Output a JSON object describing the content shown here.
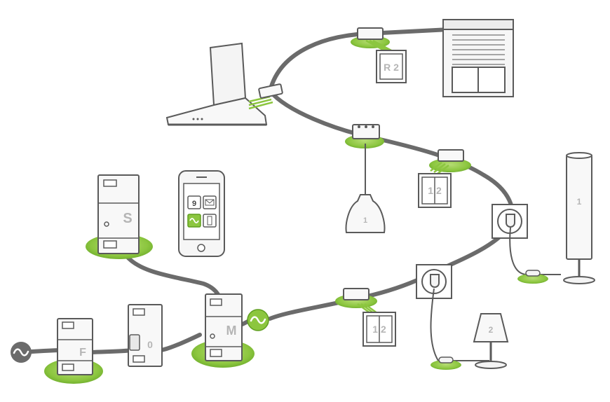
{
  "colors": {
    "cable": "#6b6b6b",
    "outline": "#5a5a5a",
    "green": "#8cc63f",
    "green_dark": "#5e9e1f",
    "green_light": "#b6dc74",
    "bg": "#ffffff"
  },
  "labels": {
    "shutter_switch": "R 2",
    "lamp_pendant": "1",
    "switch_middle": "1 2",
    "switch_bottom": "1 2",
    "floor_lamp": "1",
    "table_lamp": "2",
    "module_s": "S",
    "module_m": "M",
    "module_f": "F",
    "breaker_mark": "0"
  },
  "phone": {
    "tiles": [
      {
        "icon": "calendar-icon",
        "text": "9"
      },
      {
        "icon": "mail-icon",
        "text": ""
      },
      {
        "icon": "wave-icon",
        "text": ""
      },
      {
        "icon": "remote-icon",
        "text": ""
      }
    ]
  }
}
